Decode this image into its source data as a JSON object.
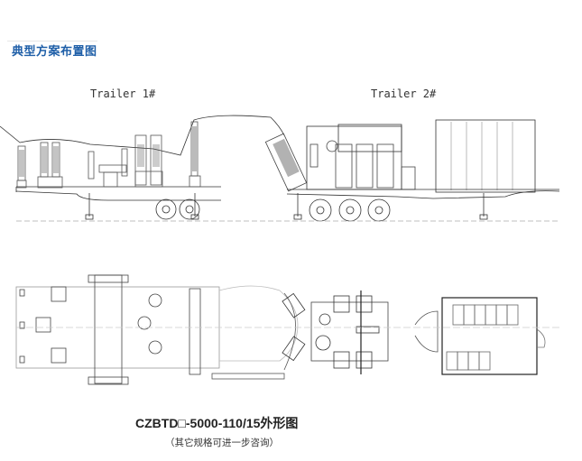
{
  "header": {
    "title": "典型方案布置图"
  },
  "drawing": {
    "trailer1_label": "Trailer 1#",
    "trailer2_label": "Trailer 2#"
  },
  "caption": {
    "model": "CZBTD□-5000-110/15外形图",
    "note": "（其它规格可进一步咨询）"
  }
}
